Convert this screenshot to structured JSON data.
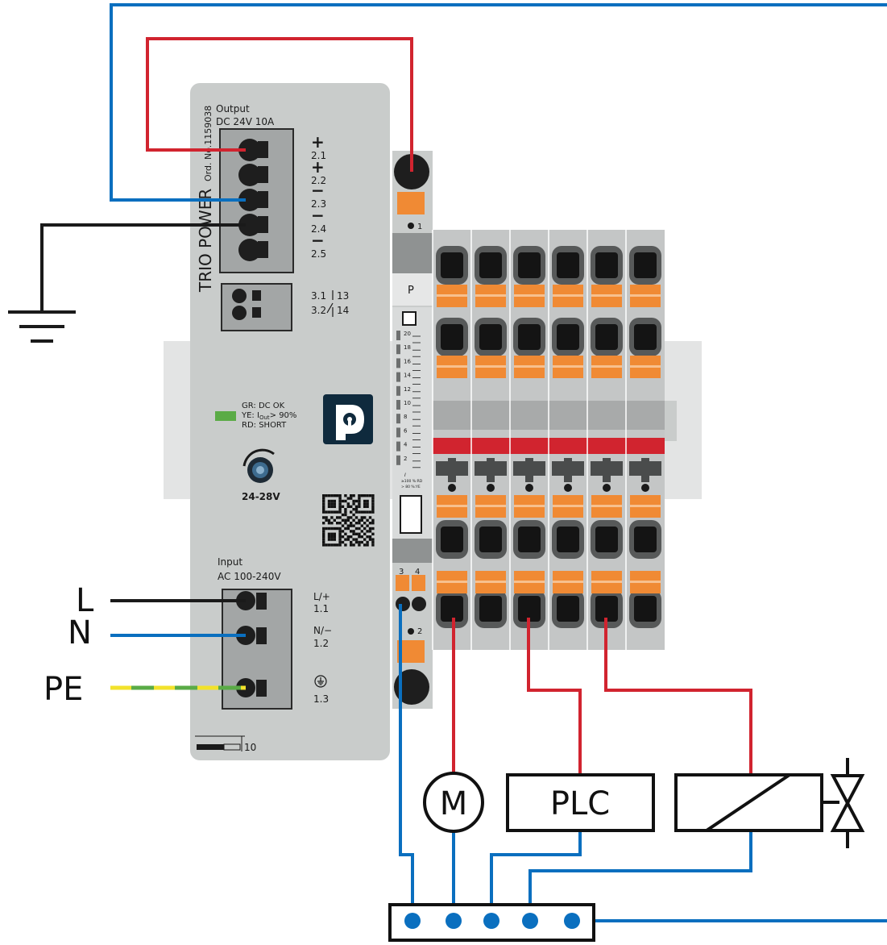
{
  "power_supply": {
    "brand": "TRIO POWER",
    "order_no": "Ord. No.1159038",
    "output_title": "Output",
    "output_rating": "DC 24V 10A",
    "output_terminals": [
      "2.1",
      "2.2",
      "2.3",
      "2.4",
      "2.5"
    ],
    "output_polarity": [
      "+",
      "+",
      "−",
      "−",
      "−"
    ],
    "relay_terminals": [
      "3.1",
      "3.2"
    ],
    "relay_contacts": [
      "13",
      "14"
    ],
    "status_lines": [
      "GR: DC OK",
      "YE: I",
      "RD: SHORT"
    ],
    "status_ye_sub": "Out",
    "status_ye_tail": "> 90%",
    "adjust_range": "24-28V",
    "input_title": "Input",
    "input_rating": "AC 100-240V",
    "input_terminals": [
      "1.1",
      "1.2",
      "1.3"
    ],
    "input_labels": [
      "L/+",
      "N/−"
    ],
    "din_marker": "10"
  },
  "mains": {
    "labels": [
      "L",
      "N",
      "PE"
    ]
  },
  "breaker": {
    "label": "P",
    "terminal_1": "1",
    "terminal_2": "2",
    "aux_terminals": [
      "3",
      "4"
    ],
    "scale": [
      "20",
      "18",
      "16",
      "14",
      "12",
      "10",
      "8",
      "6",
      "4",
      "2"
    ],
    "scale_footer_1": "I",
    "scale_footer_2": "≥100 %:RD",
    "scale_footer_3": "> 80 %:YE"
  },
  "loads": {
    "motor": "M",
    "plc": "PLC"
  },
  "colors": {
    "positive_wire": "#d1242f",
    "negative_wire": "#0a6fbf",
    "phase_wire": "#1a1a1a",
    "pe_wire_green": "#5aab46",
    "pe_wire_yellow": "#f2e22b",
    "housing": "#c9cccb",
    "terminal_block": "#a3a6a6",
    "push_button": "#f08a34",
    "status_led": "#5aab46"
  }
}
